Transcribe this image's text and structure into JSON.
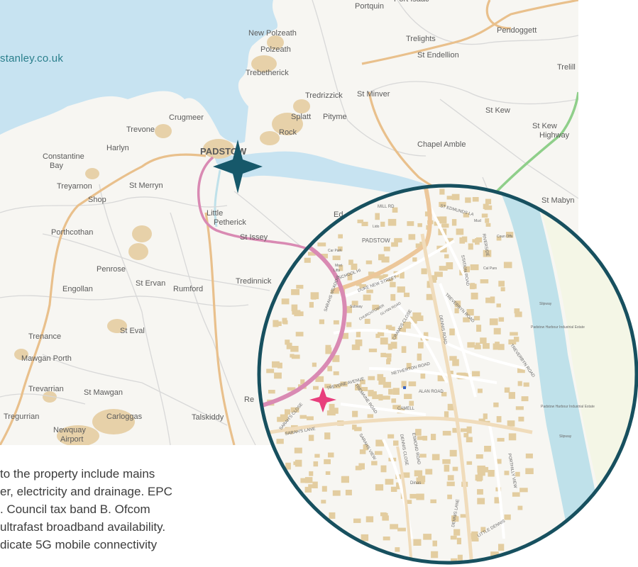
{
  "brand": {
    "url": "stanley.co.uk"
  },
  "overview_map": {
    "places": [
      "Portquin",
      "Port Isaac",
      "Pendoggett",
      "New Polzeath",
      "Polzeath",
      "Trelights",
      "St Endellion",
      "Trebetherick",
      "Trelill",
      "Tredrizzick",
      "St Minver",
      "Crugmeer",
      "Splatt",
      "Pityme",
      "St Kew",
      "St Kew Highway",
      "Trevone",
      "Rock",
      "Harlyn",
      "PADSTOW",
      "Chapel Amble",
      "Constantine Bay",
      "Treyarnon",
      "Shop",
      "St Merryn",
      "Little Petherick",
      "St Issey",
      "Porthcothan",
      "Penrose",
      "Engollan",
      "St Ervan",
      "Rumford",
      "Tredinnick",
      "St Eval",
      "Trenance",
      "Mawgan Porth",
      "Trevarrian",
      "St Mawgan",
      "Tregurrian",
      "Carloggas",
      "Talskiddy",
      "Newquay Airport",
      "St Mabyn",
      "Ed",
      "Re"
    ],
    "marker": {
      "type": "property-star",
      "color": "#16586a"
    }
  },
  "inset_map": {
    "border_color": "#17505f",
    "marker": {
      "type": "property-star",
      "color": "#e83e7c"
    },
    "labels": [
      "PADSTOW",
      "MILL RD",
      "ST EDMUNDS LA",
      "Car Park",
      "Mort",
      "Lifts",
      "SCHOOL HI",
      "Lido",
      "DUKE NEW STREET",
      "RIVERSIDE",
      "STATION ROAD",
      "Cal Pars",
      "Mud",
      "Coun Offs",
      "TREVERBYN ROAD",
      "Subway",
      "CHURCHTOWER",
      "GLYNN ROAD",
      "SARAHS MEADOW",
      "CRAMOS CLOSE",
      "DENNIS ROAD",
      "Slipway",
      "Padstow Harbour Industrial Estate",
      "NETHERTON ROAD",
      "TREVERBYN ROAD",
      "ALAN ROAD",
      "TREVONE AVENUE",
      "TREMAINE ROAD",
      "CAMELL",
      "SARAH'S CLOSE",
      "SARAH'S LANE",
      "SARAHS VIEW",
      "DENNIS CLOSE",
      "ESMOND ROAD",
      "Padstow Harbour Industrial Estate",
      "Slipway",
      "Dinas",
      "DENNIS LANE",
      "PORTHILLY VIEW",
      "LITTLE DENNIS"
    ]
  },
  "description": {
    "lines": [
      "to the property include mains",
      "er, electricity and drainage. EPC",
      ". Council tax band B. Ofcom",
      "ultrafast broadband availability.",
      "dicate 5G mobile connectivity"
    ]
  },
  "colors": {
    "sea": "#c7e3f1",
    "land": "#f7f6f2",
    "road_major": "#e9c08c",
    "road_route": "#d98ab3",
    "road_green": "#8fcf8a",
    "settlement": "#e7d1a9",
    "building": "#e3cda0",
    "river": "#bfe1ea",
    "marsh": "#f4f6e6"
  }
}
